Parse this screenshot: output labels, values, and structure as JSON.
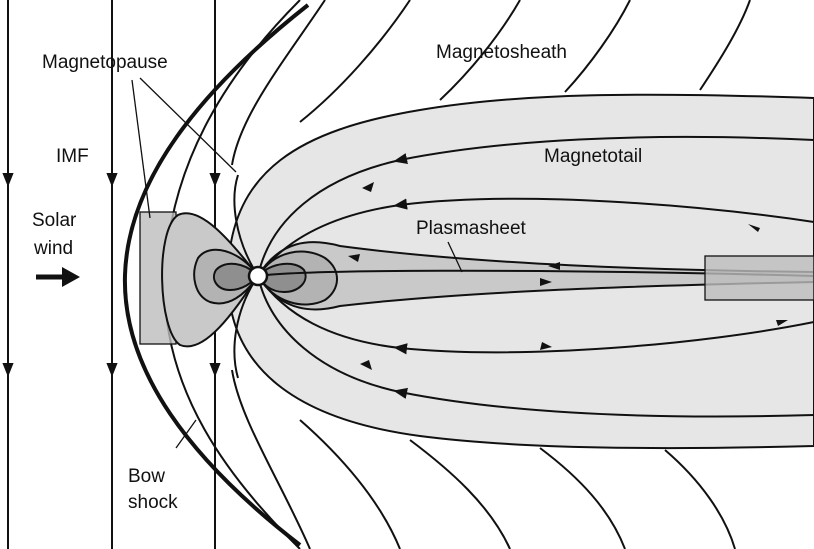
{
  "labels": {
    "magnetopause": "Magnetopause",
    "magnetosheath": "Magnetosheath",
    "imf": "IMF",
    "solar_wind_1": "Solar",
    "solar_wind_2": "wind",
    "magnetotail": "Magnetotail",
    "plasmasheet": "Plasmasheet",
    "bow_shock_1": "Bow",
    "bow_shock_2": "shock"
  },
  "colors": {
    "ink": "#111111",
    "magnetosphere_fill": "#e6e6e6",
    "plasmasheet_fill": "#c9c9c9",
    "inner_lobe_fill": "#b3b3b3",
    "core_fill": "#8f8f8f",
    "box_fill": "#bdbdbd"
  }
}
